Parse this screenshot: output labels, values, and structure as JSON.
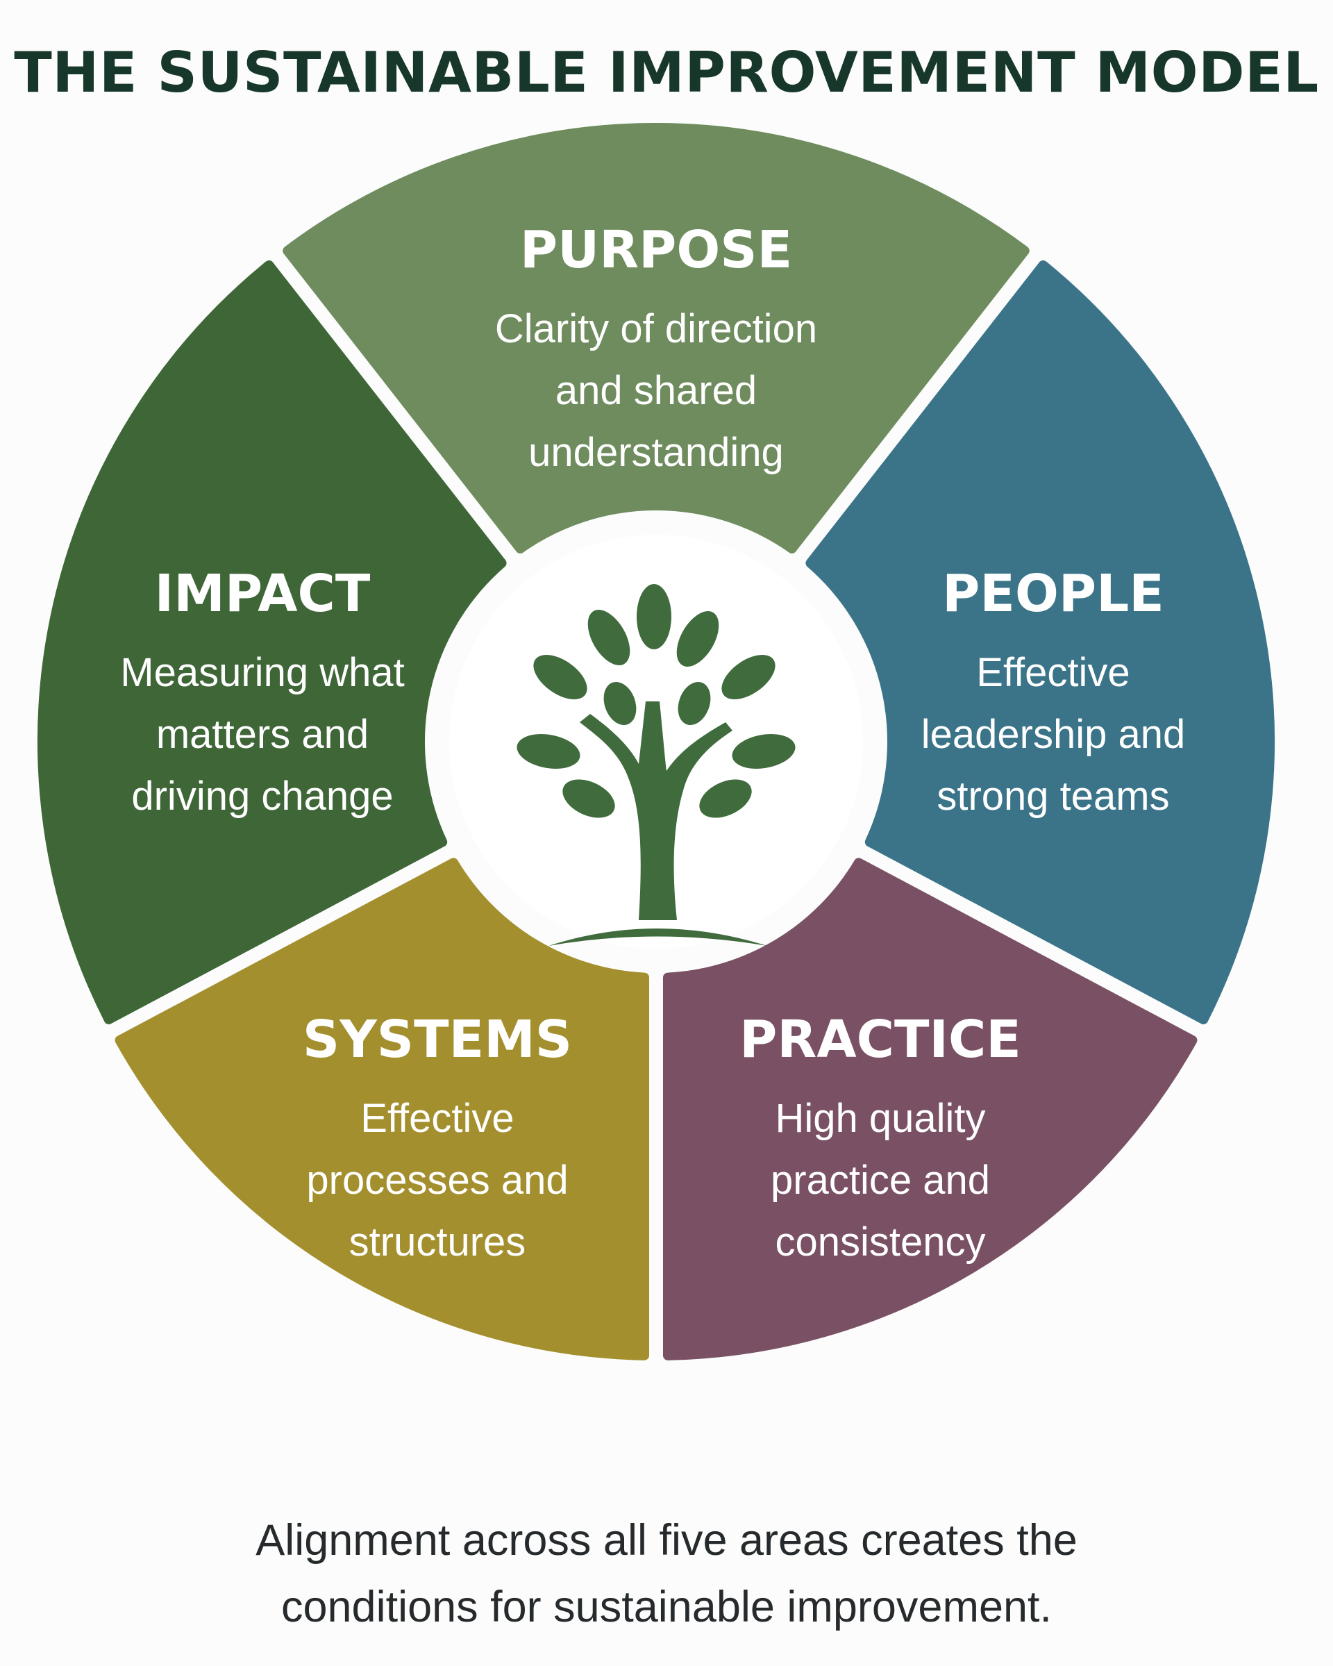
{
  "title": "THE SUSTAINABLE IMPROVEMENT MODEL",
  "center_icon": "tree-icon",
  "colors": {
    "purpose": "#6f8c5e",
    "people": "#3b7489",
    "practice": "#7a5164",
    "systems": "#a48f2e",
    "impact": "#3e6637",
    "tree": "#3f6b3d",
    "title": "#17372a"
  },
  "segments": [
    {
      "key": "purpose",
      "title": "PURPOSE",
      "lines": [
        "Clarity of direction",
        "and shared",
        "understanding"
      ]
    },
    {
      "key": "people",
      "title": "PEOPLE",
      "lines": [
        "Effective",
        "leadership and",
        "strong teams"
      ]
    },
    {
      "key": "practice",
      "title": "PRACTICE",
      "lines": [
        "High quality",
        "practice and",
        "consistency"
      ]
    },
    {
      "key": "systems",
      "title": "SYSTEMS",
      "lines": [
        "Effective",
        "processes and",
        "structures"
      ]
    },
    {
      "key": "impact",
      "title": "IMPACT",
      "lines": [
        "Measuring what",
        "matters and",
        "driving change"
      ]
    }
  ],
  "footer": {
    "line1": "Alignment across all five areas creates the",
    "line2": "conditions for sustainable improvement."
  }
}
